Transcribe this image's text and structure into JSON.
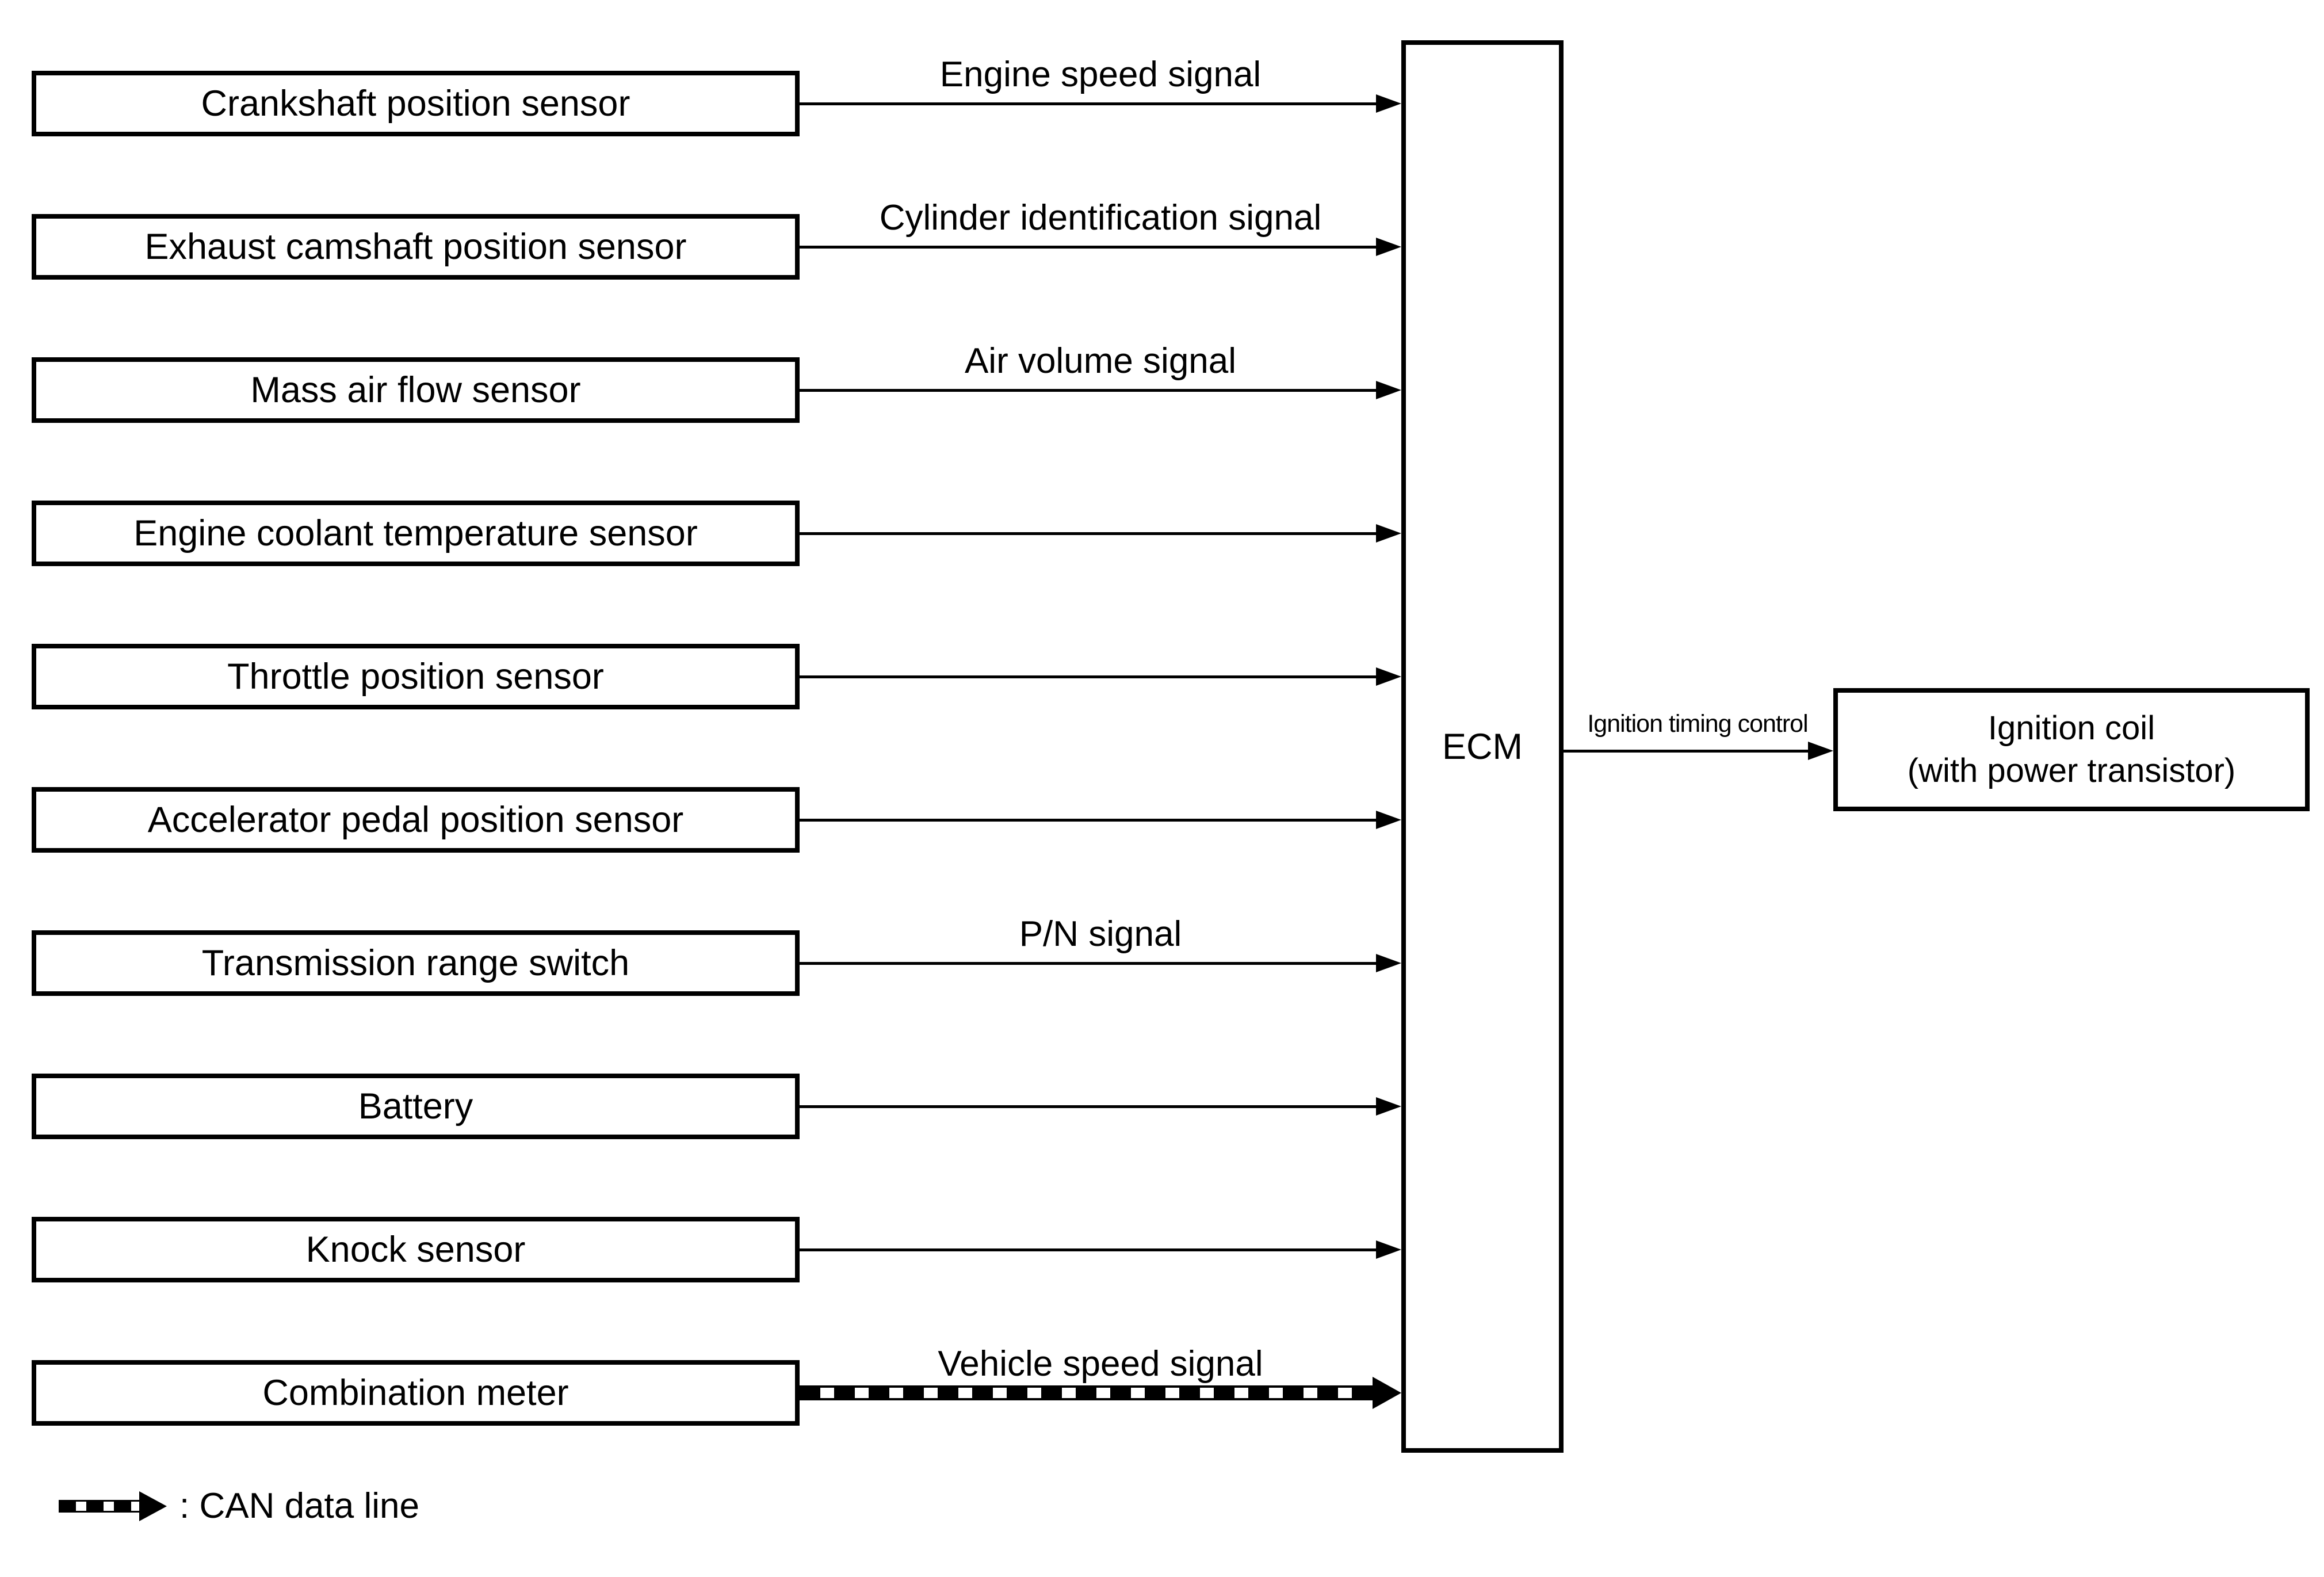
{
  "sensors": [
    {
      "label": "Crankshaft position sensor",
      "signal": "Engine speed signal",
      "can": false
    },
    {
      "label": "Exhaust camshaft position sensor",
      "signal": "Cylinder identification signal",
      "can": false
    },
    {
      "label": "Mass air flow sensor",
      "signal": "Air volume signal",
      "can": false
    },
    {
      "label": "Engine coolant temperature sensor",
      "signal": "",
      "can": false
    },
    {
      "label": "Throttle position sensor",
      "signal": "",
      "can": false
    },
    {
      "label": "Accelerator pedal position sensor",
      "signal": "",
      "can": false
    },
    {
      "label": "Transmission range switch",
      "signal": "P/N signal",
      "can": false
    },
    {
      "label": "Battery",
      "signal": "",
      "can": false
    },
    {
      "label": "Knock sensor",
      "signal": "",
      "can": false
    },
    {
      "label": "Combination meter",
      "signal": "Vehicle speed signal",
      "can": true
    }
  ],
  "ecm": {
    "label": "ECM"
  },
  "output": {
    "signal": "Ignition timing control",
    "target_line1": "Ignition coil",
    "target_line2": "(with power transistor)"
  },
  "legend": {
    "label": ": CAN data line"
  },
  "colors": {
    "ink": "#000000",
    "background": "#ffffff"
  }
}
